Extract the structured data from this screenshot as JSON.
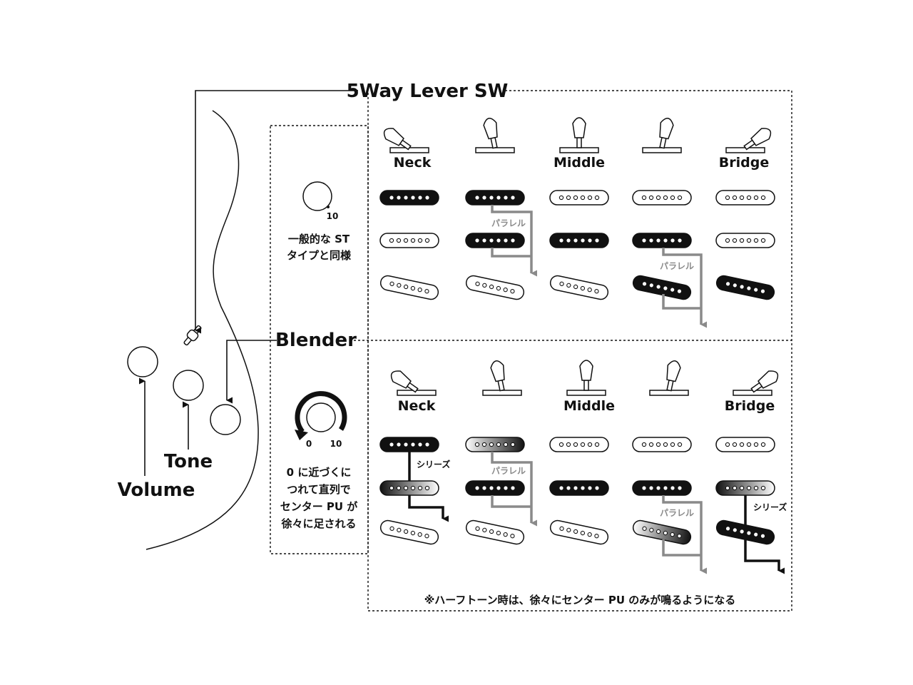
{
  "labels": {
    "lever_sw": "5Way Lever SW",
    "blender": "Blender",
    "volume": "Volume",
    "tone": "Tone",
    "top_note": [
      "一般的な ST",
      "タイプと同様"
    ],
    "top_knob_value": "10",
    "bottom_knob_min": "0",
    "bottom_knob_max": "10",
    "bottom_note": [
      "0 に近づくに",
      "つれて直列で",
      "センター PU が",
      "徐々に足される"
    ],
    "footnote": "※ハーフトーン時は、徐々にセンター PU のみが鳴るようになる"
  },
  "positions": [
    "Neck",
    "",
    "Middle",
    "",
    "Bridge"
  ],
  "tags": {
    "parallel": "パラレル",
    "series": "シリーズ"
  },
  "colors": {
    "ink": "#111111",
    "wire_gray": "#8a8a8a",
    "white": "#ffffff"
  },
  "sections": [
    {
      "name": "standard",
      "columns": [
        {
          "lever": "left-far",
          "pickups": [
            "black",
            "white",
            "white"
          ]
        },
        {
          "lever": "left",
          "pickups": [
            "black",
            "black",
            "white"
          ],
          "wire": "parallel"
        },
        {
          "lever": "center",
          "pickups": [
            "white",
            "black",
            "white"
          ]
        },
        {
          "lever": "right",
          "pickups": [
            "white",
            "black",
            "black"
          ],
          "wire": "parallel"
        },
        {
          "lever": "right-far",
          "pickups": [
            "white",
            "white",
            "black"
          ]
        }
      ]
    },
    {
      "name": "blender",
      "columns": [
        {
          "lever": "left-far",
          "pickups": [
            "black",
            "fade",
            "white"
          ],
          "wire": "series"
        },
        {
          "lever": "left",
          "pickups": [
            "fade",
            "black",
            "white"
          ],
          "wire": "parallel"
        },
        {
          "lever": "center",
          "pickups": [
            "white",
            "black",
            "white"
          ]
        },
        {
          "lever": "right",
          "pickups": [
            "white",
            "black",
            "fade"
          ],
          "wire": "parallel"
        },
        {
          "lever": "right-far",
          "pickups": [
            "white",
            "fade",
            "black"
          ],
          "wire": "series"
        }
      ]
    }
  ]
}
